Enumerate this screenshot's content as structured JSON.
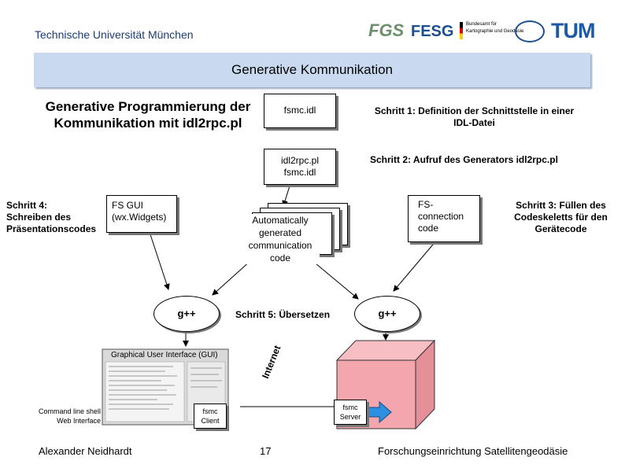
{
  "header": {
    "institution": "Technische Universität München",
    "logos": {
      "fgs": "FGS",
      "fesg": "FESG",
      "bkg_line1": "Bundesamt für",
      "bkg_line2": "Kartographie und Geodäsie",
      "tum": "TUM"
    }
  },
  "slide": {
    "title": "Generative Kommunikation",
    "main_heading": "Generative Programmierung der Kommunikation mit idl2rpc.pl"
  },
  "nodes": {
    "fsmc_idl": "fsmc.idl",
    "generator_line1": "idl2rpc.pl",
    "generator_line2": "fsmc.idl",
    "fs_gui_line1": "FS GUI",
    "fs_gui_line2": "(wx.Widgets)",
    "auto_code": "Automatically generated communication code",
    "fs_conn_line1": "FS-",
    "fs_conn_line2": "connection",
    "fs_conn_line3": "code",
    "gpp_left": "g++",
    "gpp_right": "g++",
    "gui_label": "Graphical User Interface (GUI)",
    "shell_line1": "Command line shell",
    "shell_line2": "Web Interface",
    "client_line1": "fsmc",
    "client_line2": "Client",
    "server_line1": "fsmc",
    "server_line2": "Server",
    "internet": "Internet"
  },
  "steps": {
    "step1": "Schritt 1: Definition der Schnittstelle in einer IDL-Datei",
    "step2": "Schritt 2: Aufruf des Generators idl2rpc.pl",
    "step3": "Schritt 3: Füllen des Codeskeletts für den Gerätecode",
    "step4": "Schritt 4: Schreiben des Präsentationscodes",
    "step5": "Schritt 5: Übersetzen"
  },
  "footer": {
    "author": "Alexander Neidhardt",
    "page": "17",
    "organization": "Forschungseinrichtung Satellitengeodäsie"
  },
  "colors": {
    "title_bar": "#c9daf0",
    "header_text": "#1a3c7a",
    "box_face": "#f3a6ae",
    "arrow_fill": "#2c8fe0"
  }
}
